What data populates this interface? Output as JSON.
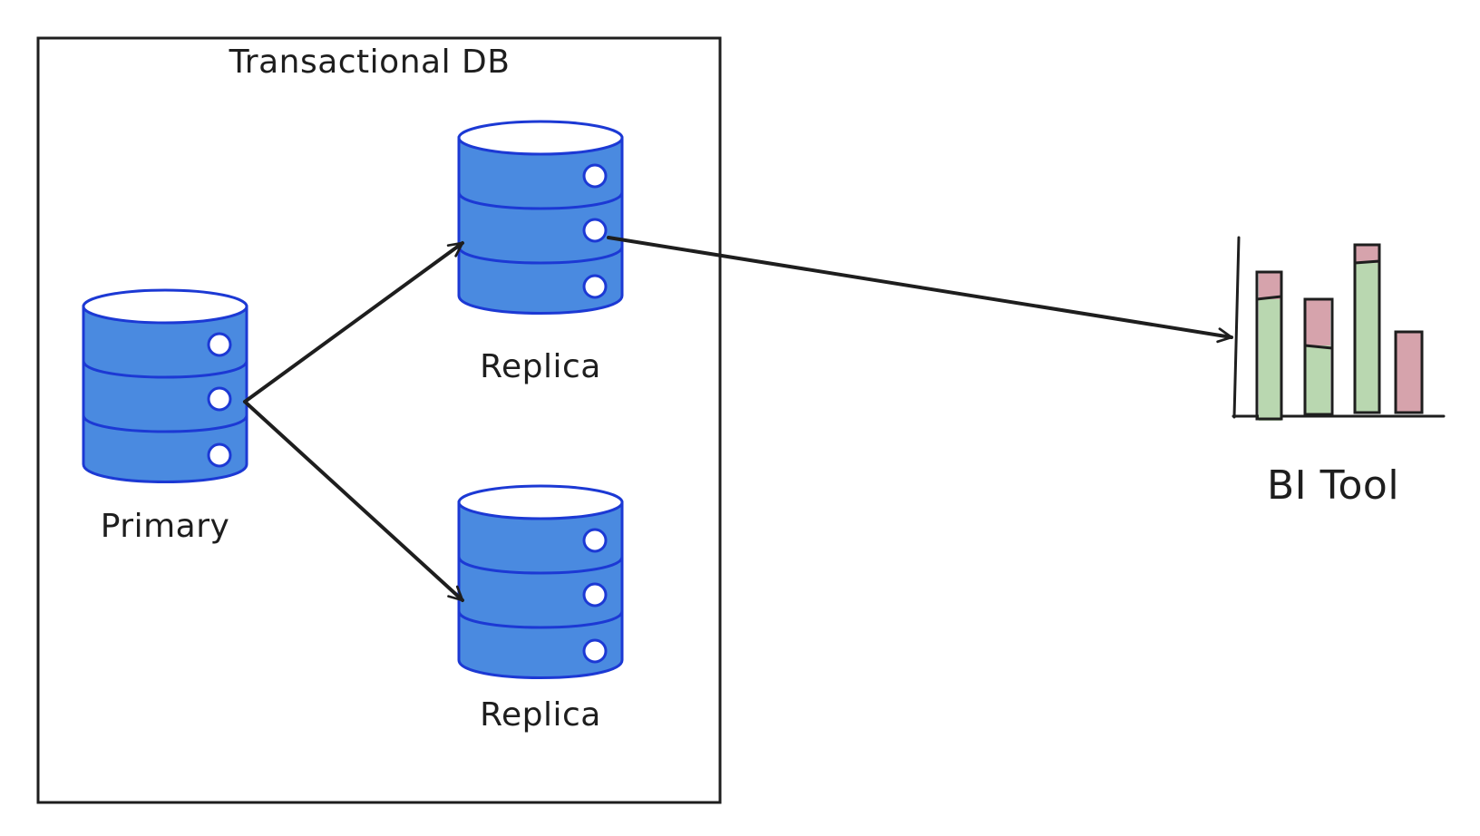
{
  "container": {
    "title": "Transactional DB"
  },
  "nodes": {
    "primary": {
      "label": "Primary"
    },
    "replica_top": {
      "label": "Replica"
    },
    "replica_bottom": {
      "label": "Replica"
    },
    "bi_tool": {
      "label": "BI Tool"
    }
  },
  "colors": {
    "db_fill": "#4a8ae0",
    "db_stroke": "#1c39d4",
    "line": "#1e1e1e",
    "bar_green": "#b9d7b0",
    "bar_red": "#d6a3ac"
  },
  "icons": {
    "database": "database-cylinder-icon",
    "chart": "bar-chart-icon"
  }
}
